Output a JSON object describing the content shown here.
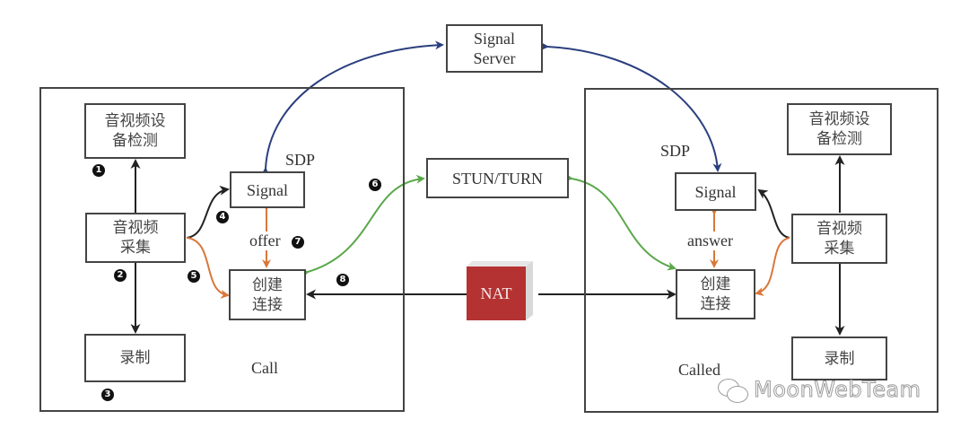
{
  "diagram": {
    "signal_server": {
      "line1": "Signal",
      "line2": "Server"
    },
    "stun_turn": "STUN/TURN",
    "nat": "NAT",
    "caller": {
      "title": "Call",
      "device_check": {
        "line1": "音视频设",
        "line2": "备检测"
      },
      "capture": {
        "line1": "音视频",
        "line2": "采集"
      },
      "record": "录制",
      "signal": "Signal",
      "connect": {
        "line1": "创建",
        "line2": "连接"
      },
      "sdp_label": "SDP",
      "offer_label": "offer"
    },
    "callee": {
      "title": "Called",
      "device_check": {
        "line1": "音视频设",
        "line2": "备检测"
      },
      "capture": {
        "line1": "音视频",
        "line2": "采集"
      },
      "record": "录制",
      "signal": "Signal",
      "connect": {
        "line1": "创建",
        "line2": "连接"
      },
      "sdp_label": "SDP",
      "answer_label": "answer"
    },
    "steps": [
      "1",
      "2",
      "3",
      "4",
      "5",
      "6",
      "7",
      "8"
    ],
    "colors": {
      "signaling": "#2b3f7e",
      "ice": "#5aa84a",
      "sdp_exchange": "#d9783a",
      "flow": "#222222",
      "nat": "#b53232"
    }
  },
  "watermark": "MoonWebTeam"
}
